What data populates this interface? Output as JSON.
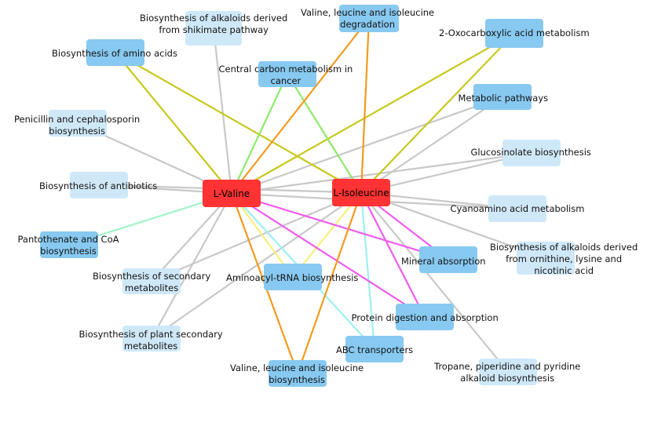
{
  "colors": {
    "hub": "#ff3333",
    "node_strong": "#87c9f0",
    "node_light": "#cfe8f8",
    "edge_gray": "#c8c8c8",
    "edge_olive": "#c8c81e",
    "edge_orange": "#f39a1e",
    "edge_green": "#8fea6a",
    "edge_magenta": "#f05cf0",
    "edge_yellow": "#f8f07a",
    "edge_cyan": "#9ef0f0",
    "edge_mint": "#9ff5c8"
  },
  "hubs": [
    {
      "id": "valine",
      "label": "L-Valine"
    },
    {
      "id": "isoleucine",
      "label": "L-Isoleucine"
    }
  ],
  "nodes": [
    {
      "id": "alk_shikimate",
      "label": "Biosynthesis of alkaloids derived\nfrom shikimate pathway",
      "tone": "light"
    },
    {
      "id": "vli_degradation",
      "label": "Valine, leucine and isoleucine\ndegradation",
      "tone": "strong"
    },
    {
      "id": "oxocarboxylic",
      "label": "2-Oxocarboxylic acid metabolism",
      "tone": "strong"
    },
    {
      "id": "amino_acids",
      "label": "Biosynthesis of amino acids",
      "tone": "strong"
    },
    {
      "id": "central_carbon",
      "label": "Central carbon metabolism in\ncancer",
      "tone": "strong"
    },
    {
      "id": "metabolic_pathways",
      "label": "Metabolic pathways",
      "tone": "strong"
    },
    {
      "id": "penicillin",
      "label": "Penicillin and cephalosporin\nbiosynthesis",
      "tone": "light"
    },
    {
      "id": "glucosinolate",
      "label": "Glucosinolate biosynthesis",
      "tone": "light"
    },
    {
      "id": "antibiotics",
      "label": "Biosynthesis of antibiotics",
      "tone": "light"
    },
    {
      "id": "cyanoamino",
      "label": "Cyanoamino acid metabolism",
      "tone": "light"
    },
    {
      "id": "pantothenate",
      "label": "Pantothenate and CoA\nbiosynthesis",
      "tone": "strong"
    },
    {
      "id": "alk_ornithine",
      "label": "Biosynthesis of alkaloids derived\nfrom ornithine, lysine and\nnicotinic acid",
      "tone": "light"
    },
    {
      "id": "mineral",
      "label": "Mineral absorption",
      "tone": "strong"
    },
    {
      "id": "secondary",
      "label": "Biosynthesis of secondary\nmetabolites",
      "tone": "light"
    },
    {
      "id": "aminoacyl",
      "label": "Aminoacyl-tRNA biosynthesis",
      "tone": "strong"
    },
    {
      "id": "protein_digestion",
      "label": "Protein digestion and absorption",
      "tone": "strong"
    },
    {
      "id": "plant_secondary",
      "label": "Biosynthesis of plant secondary\nmetabolites",
      "tone": "light"
    },
    {
      "id": "abc",
      "label": "ABC transporters",
      "tone": "strong"
    },
    {
      "id": "vli_biosynthesis",
      "label": "Valine, leucine and isoleucine\nbiosynthesis",
      "tone": "strong"
    },
    {
      "id": "tropane",
      "label": "Tropane, piperidine and pyridine\nalkaloid biosynthesis",
      "tone": "light"
    }
  ],
  "edges": [
    {
      "from": "valine",
      "to": "alk_shikimate",
      "color": "gray"
    },
    {
      "from": "valine",
      "to": "penicillin",
      "color": "gray"
    },
    {
      "from": "valine",
      "to": "antibiotics",
      "color": "gray"
    },
    {
      "from": "valine",
      "to": "secondary",
      "color": "gray"
    },
    {
      "from": "valine",
      "to": "plant_secondary",
      "color": "gray"
    },
    {
      "from": "valine",
      "to": "metabolic_pathways",
      "color": "gray"
    },
    {
      "from": "valine",
      "to": "glucosinolate",
      "color": "gray"
    },
    {
      "from": "valine",
      "to": "cyanoamino",
      "color": "gray"
    },
    {
      "from": "isoleucine",
      "to": "antibiotics",
      "color": "gray"
    },
    {
      "from": "isoleucine",
      "to": "metabolic_pathways",
      "color": "gray"
    },
    {
      "from": "isoleucine",
      "to": "glucosinolate",
      "color": "gray"
    },
    {
      "from": "isoleucine",
      "to": "cyanoamino",
      "color": "gray"
    },
    {
      "from": "isoleucine",
      "to": "alk_ornithine",
      "color": "gray"
    },
    {
      "from": "isoleucine",
      "to": "tropane",
      "color": "gray"
    },
    {
      "from": "isoleucine",
      "to": "secondary",
      "color": "gray"
    },
    {
      "from": "isoleucine",
      "to": "plant_secondary",
      "color": "gray"
    },
    {
      "from": "valine",
      "to": "amino_acids",
      "color": "olive"
    },
    {
      "from": "valine",
      "to": "oxocarboxylic",
      "color": "olive"
    },
    {
      "from": "isoleucine",
      "to": "amino_acids",
      "color": "olive"
    },
    {
      "from": "isoleucine",
      "to": "oxocarboxylic",
      "color": "olive"
    },
    {
      "from": "valine",
      "to": "vli_degradation",
      "color": "orange"
    },
    {
      "from": "isoleucine",
      "to": "vli_degradation",
      "color": "orange"
    },
    {
      "from": "valine",
      "to": "vli_biosynthesis",
      "color": "orange"
    },
    {
      "from": "isoleucine",
      "to": "vli_biosynthesis",
      "color": "orange"
    },
    {
      "from": "valine",
      "to": "central_carbon",
      "color": "green"
    },
    {
      "from": "isoleucine",
      "to": "central_carbon",
      "color": "green"
    },
    {
      "from": "valine",
      "to": "mineral",
      "color": "magenta"
    },
    {
      "from": "valine",
      "to": "protein_digestion",
      "color": "magenta"
    },
    {
      "from": "isoleucine",
      "to": "mineral",
      "color": "magenta"
    },
    {
      "from": "isoleucine",
      "to": "protein_digestion",
      "color": "magenta"
    },
    {
      "from": "valine",
      "to": "aminoacyl",
      "color": "yellow"
    },
    {
      "from": "isoleucine",
      "to": "aminoacyl",
      "color": "yellow"
    },
    {
      "from": "valine",
      "to": "abc",
      "color": "cyan"
    },
    {
      "from": "isoleucine",
      "to": "abc",
      "color": "cyan"
    },
    {
      "from": "valine",
      "to": "pantothenate",
      "color": "mint"
    }
  ]
}
